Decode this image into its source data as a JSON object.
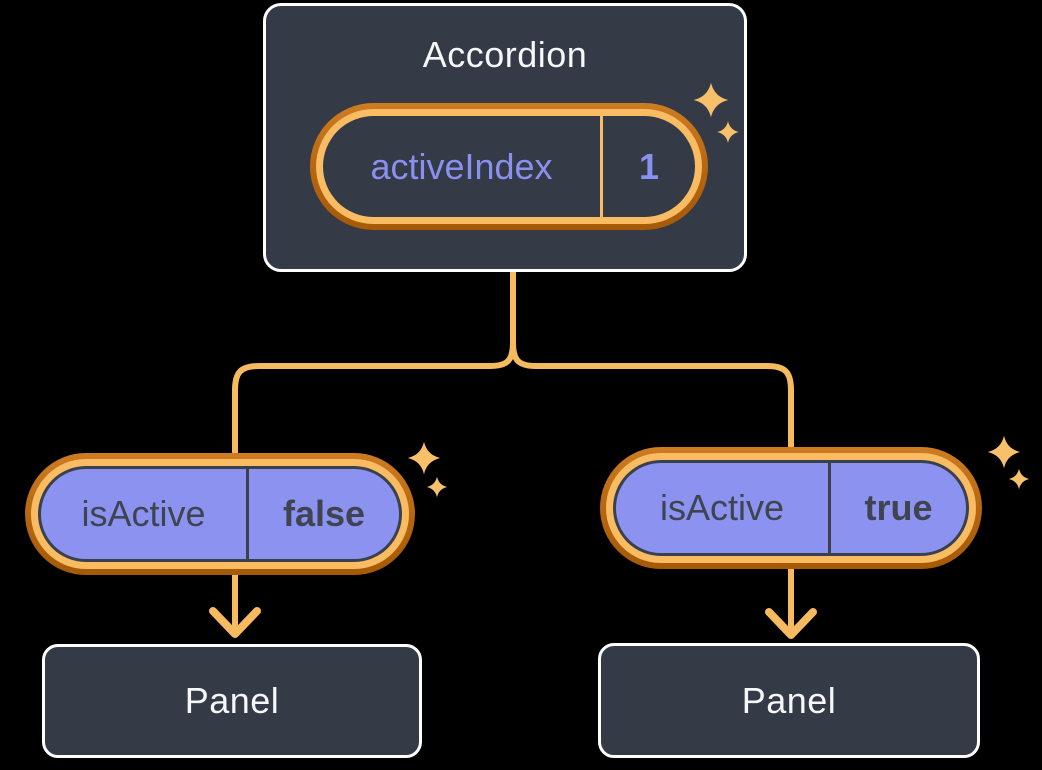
{
  "diagram": {
    "background": "#000000",
    "root": {
      "title": "Accordion",
      "state": {
        "name": "activeIndex",
        "value": "1"
      }
    },
    "children": [
      {
        "prop": {
          "name": "isActive",
          "value": "false"
        },
        "panel_label": "Panel"
      },
      {
        "prop": {
          "name": "isActive",
          "value": "true"
        },
        "panel_label": "Panel"
      }
    ],
    "icons": {
      "sparkle": "four-point-star"
    },
    "colors": {
      "box_fill": "#343a46",
      "box_border": "#ffffff",
      "connector_line": "#f6ba5f",
      "ring_light": "#f9bc63",
      "ring_dark": "#b56510",
      "pill_purple": "#8b92f0",
      "text_purple": "#8a90f0",
      "text_dark": "#3f4450",
      "text_white": "#f6f7f9",
      "sparkle": "#f8c06a"
    }
  }
}
